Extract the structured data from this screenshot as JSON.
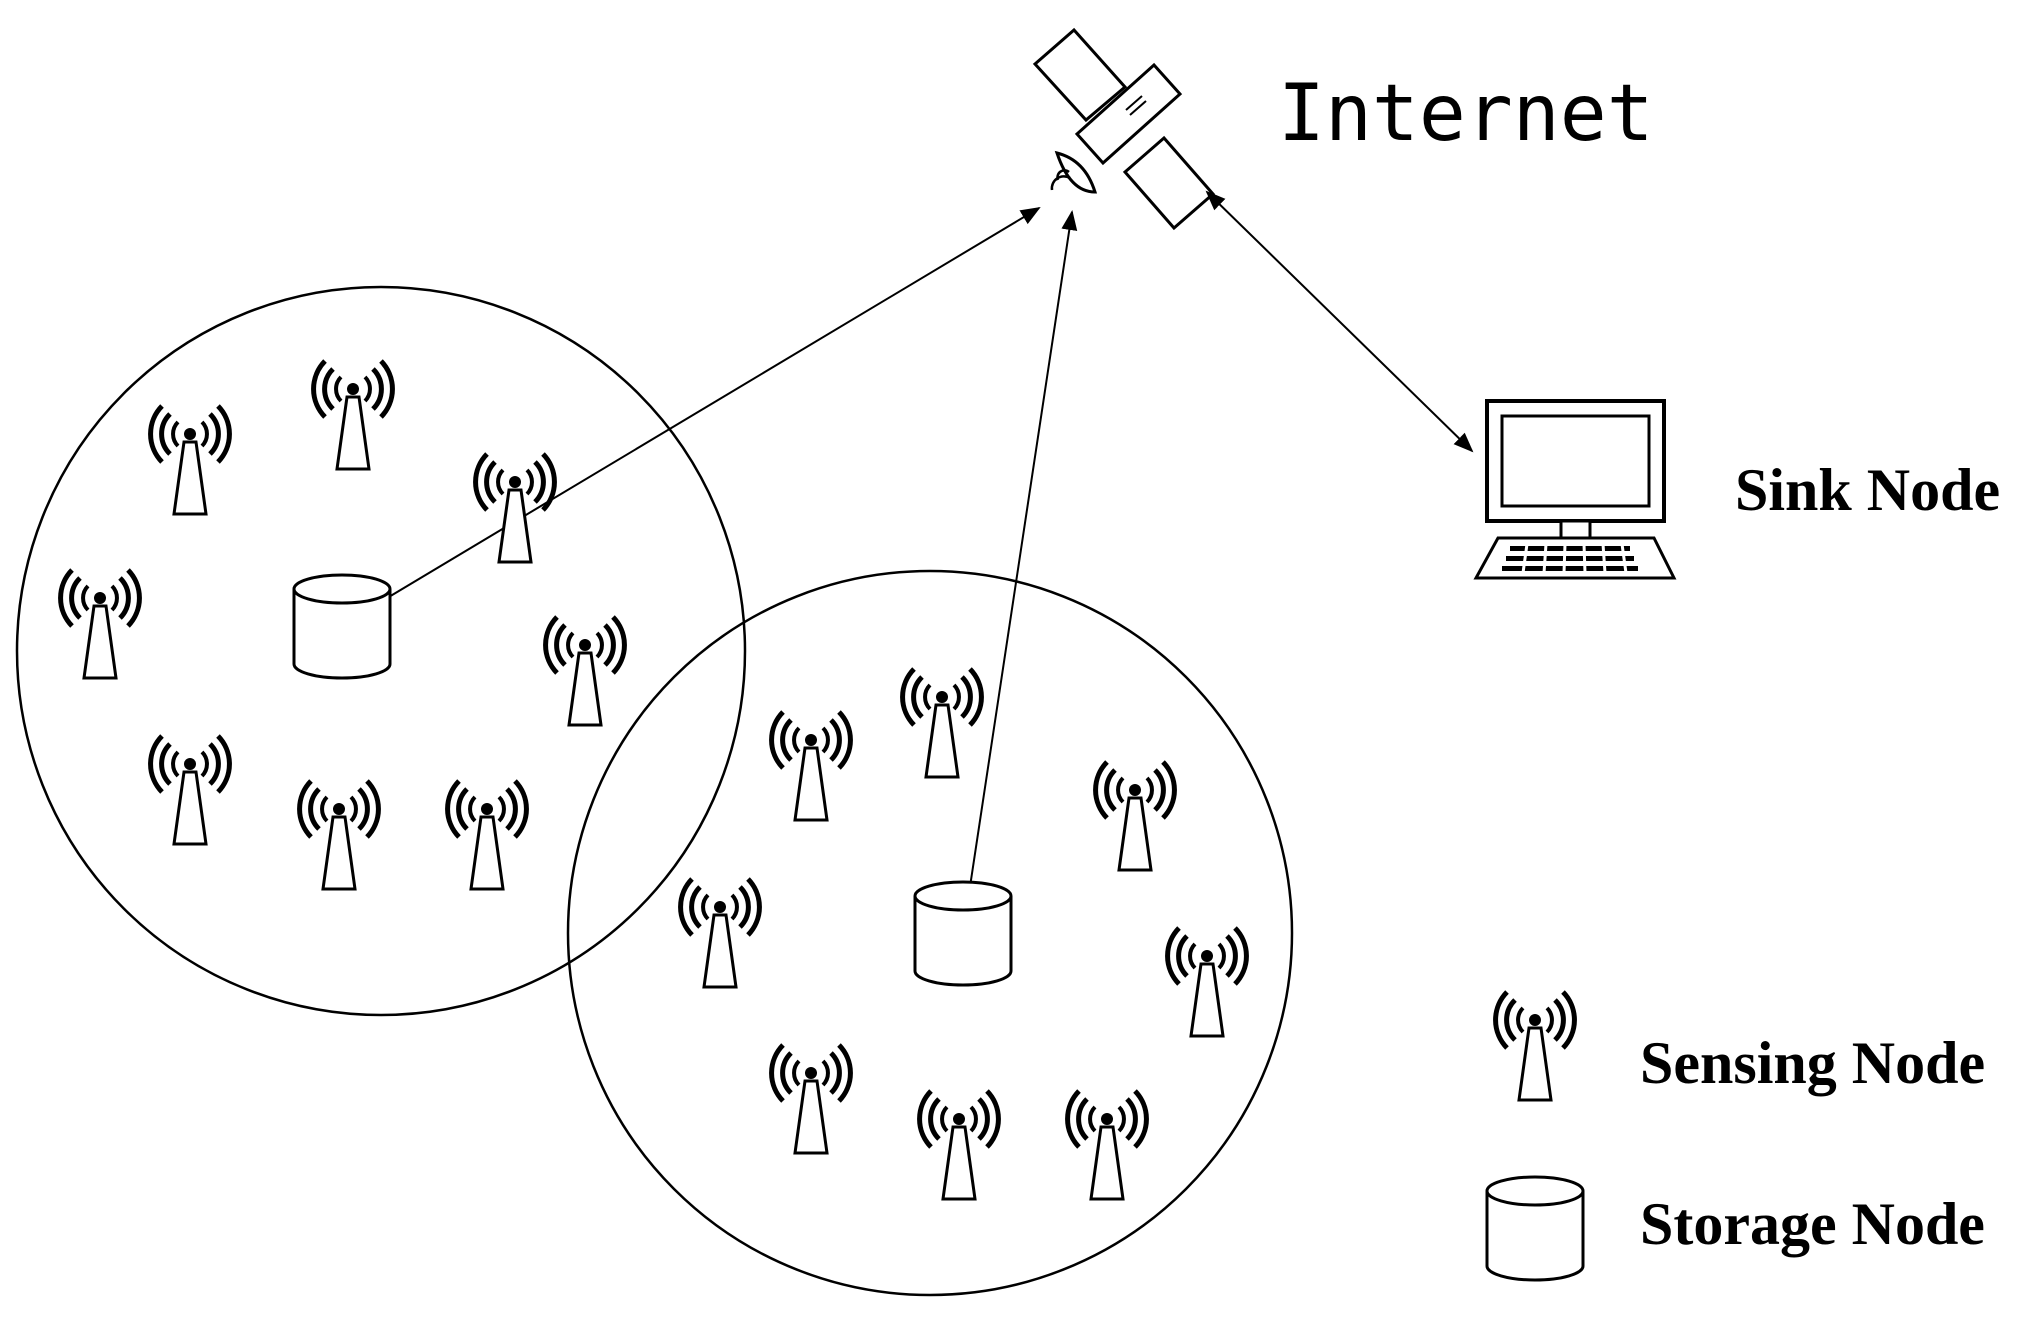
{
  "labels": {
    "internet": "Internet",
    "sink_node": "Sink Node",
    "sensing_node": "Sensing Node",
    "storage_node": "Storage Node"
  },
  "icons": {
    "satellite": "satellite-icon",
    "computer": "computer-icon",
    "sensing": "antenna-tower-icon",
    "storage": "storage-cylinder-icon"
  },
  "colors": {
    "stroke": "#000000",
    "background": "#ffffff"
  }
}
